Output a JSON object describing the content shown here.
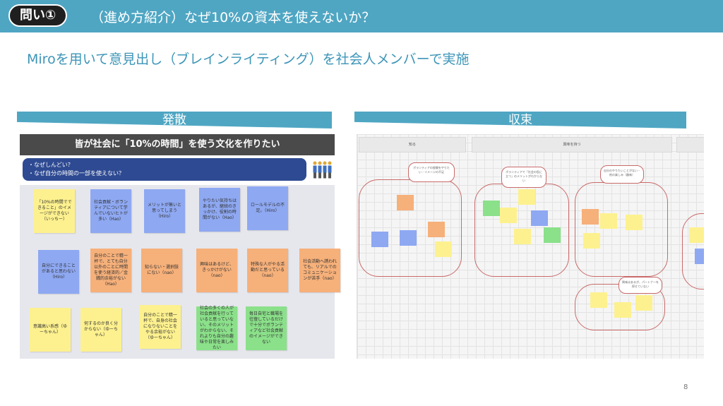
{
  "header": {
    "badge": "問い①",
    "title": "（進め方紹介）なぜ10%の資本を使えないか？"
  },
  "subtitle": "Miroを用いて意見出し（ブレインライティング）を社会人メンバーで実施",
  "banners": {
    "left": "発散",
    "right": "収束"
  },
  "left_panel": {
    "heading": "皆が社会に「10%の時間」を使う文化を作りたい",
    "questions": [
      "・なぜしんどい？",
      "・なぜ自分の時間の一部を使えない？"
    ],
    "stickies": [
      {
        "text": "「10%の時間でできること」のイメージができない（いっちー）",
        "color": "y"
      },
      {
        "text": "社会貢献・ボランティアについて学んでいないヒトが多い（Hao）",
        "color": "b"
      },
      {
        "text": "メリットが無いと思ってしまう（Hiro）",
        "color": "b"
      },
      {
        "text": "やりたい気持ちはあるが、継続のきっかけ、役割の時間がない（Hao）",
        "color": "b"
      },
      {
        "text": "ロールモデルの不足。（Hiro）",
        "color": "b"
      },
      {
        "text": "自分にできることがあると思わない（Hiro）",
        "color": "b"
      },
      {
        "text": "自分のことで精一杯で、とても自分以外のことに時間を使う経済的／金銭的余裕がない（Hao）",
        "color": "o"
      },
      {
        "text": "知らない・選択肢にない（nao）",
        "color": "o"
      },
      {
        "text": "興味はあるけど、きっかけがない（nao）",
        "color": "o"
      },
      {
        "text": "特殊な人がやる活動だと思っている（nao）",
        "color": "o"
      },
      {
        "text": "社会活動へ誘われても、リアルでのコミュニケーションが苦手（nao）",
        "color": "o"
      },
      {
        "text": "意識高い系感（ゆーちゃん）",
        "color": "y"
      },
      {
        "text": "何するのか良く分からない（ゆーちゃん）",
        "color": "y"
      },
      {
        "text": "自分のことで精一杯で、自身の社会になりないことをやる余裕がない（ゆーちゃん）",
        "color": "y"
      },
      {
        "text": "社会の多くの人が社会貢献を行っていると思っていない、そのメリットがわからない、それよりも自分の趣味や日常を楽しみたい",
        "color": "g"
      },
      {
        "text": "毎日自宅と職場を往復しているだけで十分でボランティアなど社会貢献のイメージができない",
        "color": "g"
      }
    ]
  },
  "right_panel": {
    "columns": [
      "知る",
      "興味を持つ",
      ""
    ],
    "bubbles": [
      "ボランティアの経験をやりたい・イメージの不足",
      "ボランティアで「社会の役に立つ」のメリットがわからない",
      "自分のやりたいことがない・他の楽しみ（趣味）",
      "興味はあるが、パートナーを探せていない"
    ]
  },
  "page_number": "8",
  "colors": {
    "header": "#4fa6c3",
    "subtitle": "#3d95b8",
    "yellow": "#fdf18f",
    "blue": "#8ea8f2",
    "orange": "#f6b07a",
    "green": "#8be08a"
  }
}
